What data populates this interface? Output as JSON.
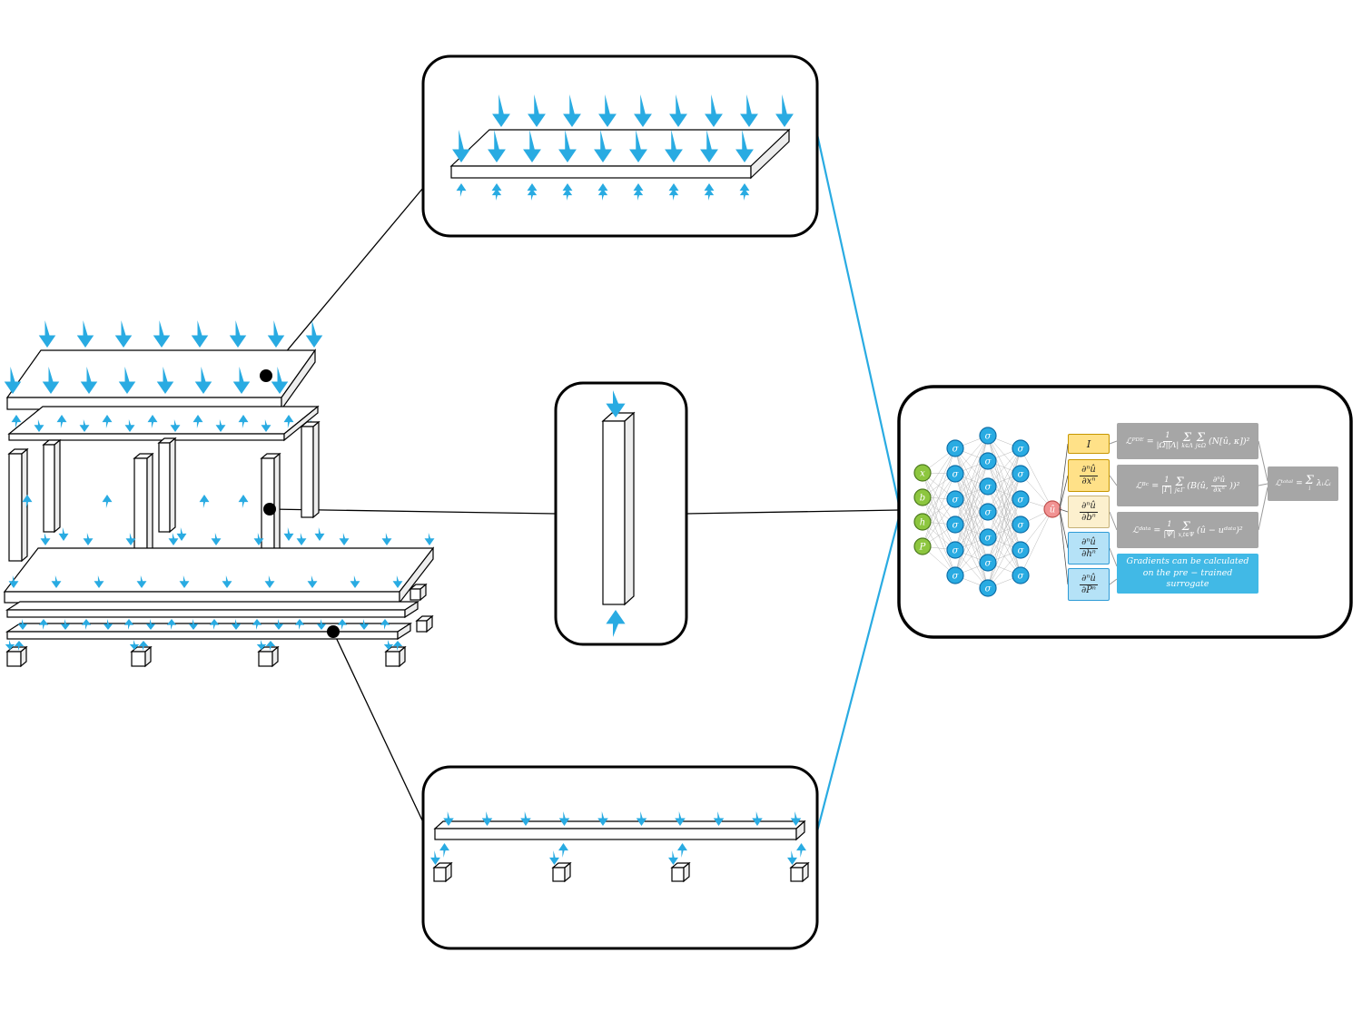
{
  "colors": {
    "load_arrow": "#29ABE2",
    "link_line": "#29ABE2",
    "structure_line": "#000000",
    "input_node": "#8DC63F",
    "input_node_border": "#4C7A1E",
    "hidden_node": "#29ABE2",
    "hidden_node_border": "#0E6FA8",
    "output_node": "#F19292",
    "output_node_border": "#C0504D",
    "edge": "#B8B8B8",
    "loss_box": "#A6A6A6",
    "note_box": "#41B9E6",
    "deriv_yellow": "#FFE188",
    "deriv_blue": "#B5E2F7"
  },
  "nn": {
    "inputs": [
      "x",
      "b",
      "h",
      "P"
    ],
    "activation": "σ",
    "output": "û",
    "deriv": [
      {
        "label": "I"
      },
      {
        "num": "∂ⁿû",
        "den": "∂xⁿ"
      },
      {
        "num": "∂ⁿû",
        "den": "∂bⁿ"
      },
      {
        "num": "∂ⁿû",
        "den": "∂hⁿ"
      },
      {
        "num": "∂ⁿû",
        "den": "∂Pⁿ"
      }
    ],
    "loss_pde": {
      "lhs": "ℒᴾᴰᴱ =",
      "num": "1",
      "den": "|Ω||Λ|",
      "sum1": "Σ",
      "sum1u": "k∈Λ",
      "sum2": "Σ",
      "sum2u": "j∈Ω",
      "rhs": "(N[û, κ])²"
    },
    "loss_bc": {
      "lhs": "ℒᴮᶜ =",
      "num": "1",
      "den": "|Γ|",
      "sum1": "Σ",
      "sum1u": "j∈Γ",
      "rhs1": "(B(û,",
      "fnum": "∂ⁿû",
      "fden": "∂xⁿ",
      "rhs2": "))²"
    },
    "loss_data": {
      "lhs": "ℒᵈᵃᵗᵃ =",
      "num": "1",
      "den": "|Ψ|",
      "sum1": "Σ",
      "sum1u": "x,t∈Ψ",
      "rhs": "(û − uᵈᵃᵗᵃ)²"
    },
    "loss_total": {
      "lhs": "ℒᵗᵒᵗᵃˡ =",
      "sum": "Σ",
      "sumu": "i",
      "rhs": "λᵢℒᵢ"
    },
    "note": "Gradients can be calculated on the pre − trained surrogate"
  }
}
